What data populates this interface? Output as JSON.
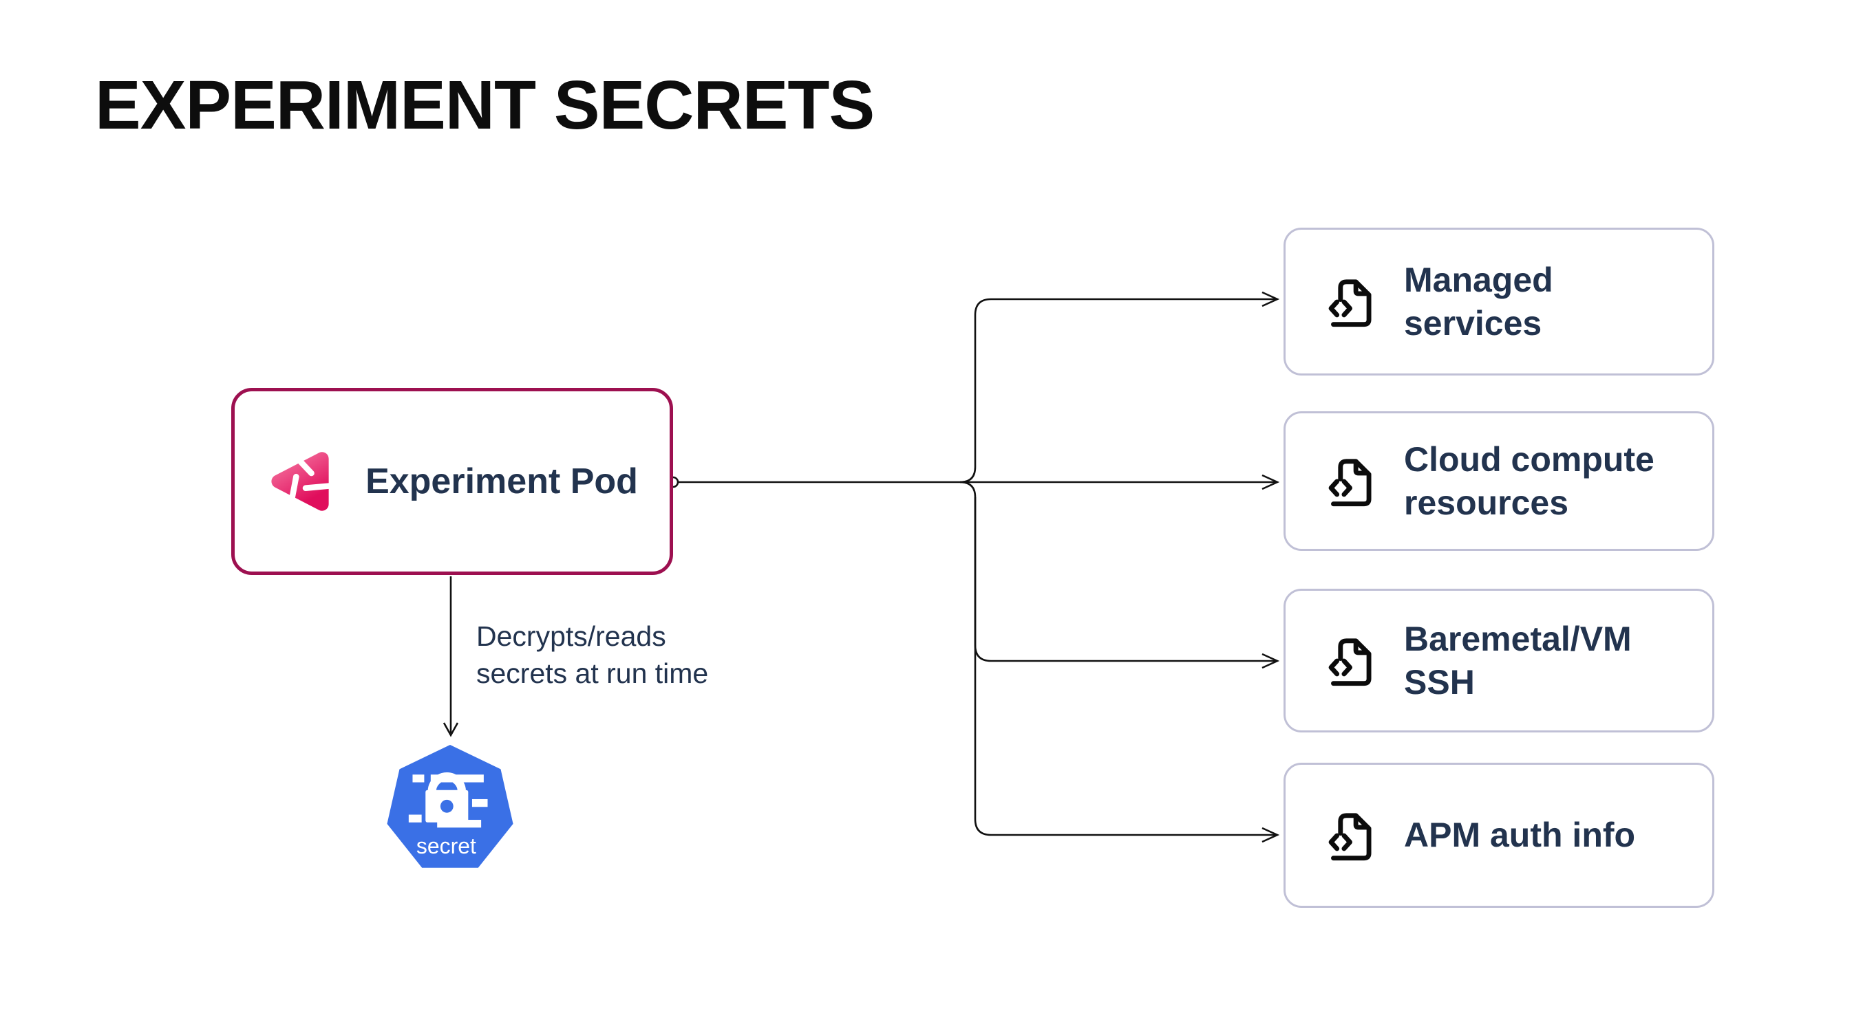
{
  "title": "EXPERIMENT SECRETS",
  "pod": {
    "label": "Experiment Pod"
  },
  "annotation": "Decrypts/reads secrets at run time",
  "secret_node": {
    "label": "secret"
  },
  "targets": [
    {
      "label": "Managed services"
    },
    {
      "label": "Cloud compute resources"
    },
    {
      "label": "Baremetal/VM SSH"
    },
    {
      "label": "APM auth info"
    }
  ],
  "colors": {
    "pod_border": "#9D1050",
    "target_border": "#C0C0D6",
    "text_navy": "#22334E",
    "kubernetes_blue": "#3A70E6",
    "logo_pink_start": "#F5739F",
    "logo_pink_end": "#E00E5C",
    "line": "#111111"
  }
}
